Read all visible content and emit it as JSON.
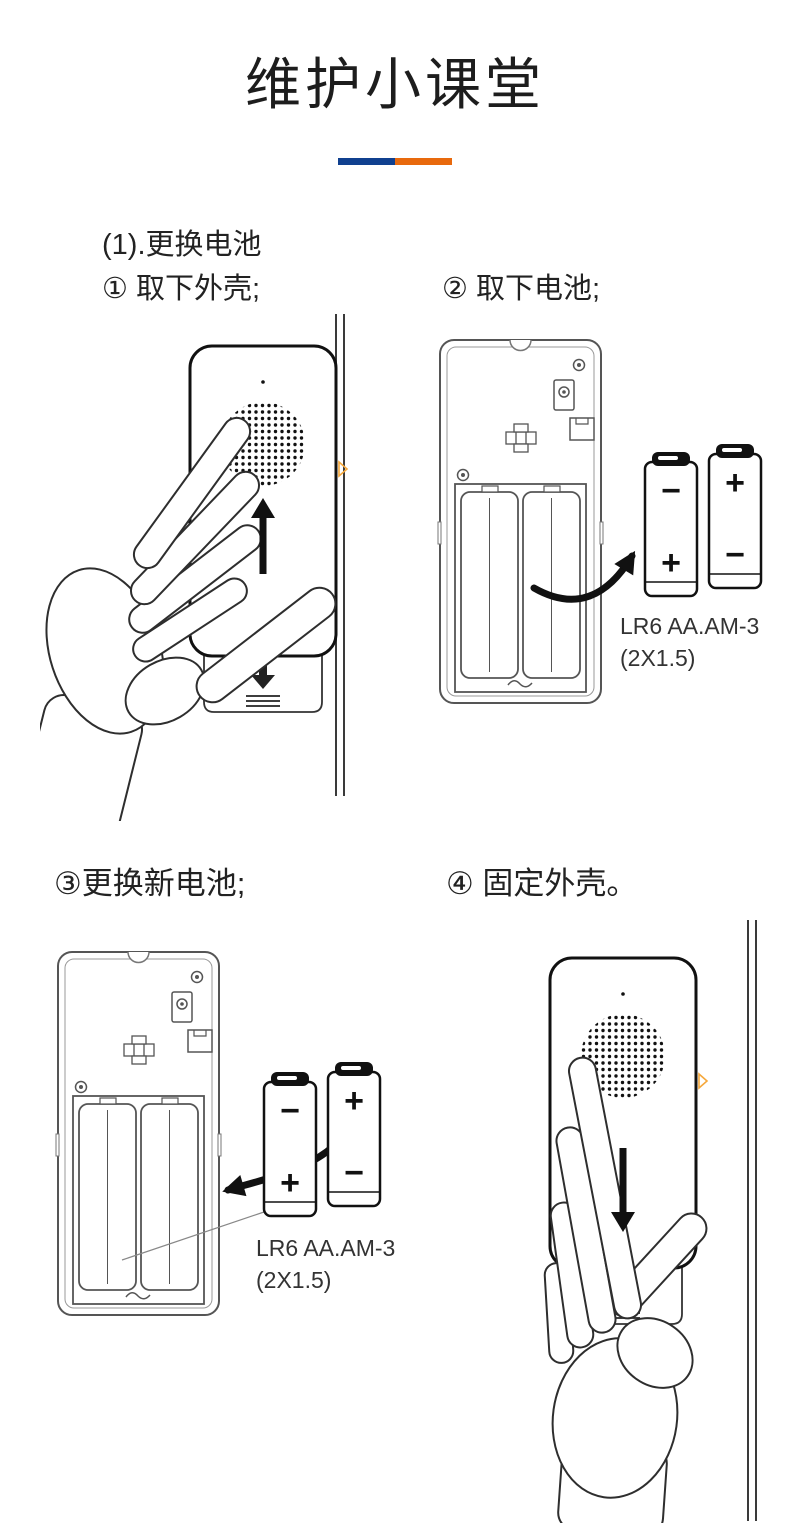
{
  "page": {
    "title": "维护小课堂"
  },
  "divider": {
    "blue": "#10408f",
    "orange": "#e8690d"
  },
  "section": {
    "intro": "(1).更换电池",
    "steps": [
      {
        "label": "① 取下外壳;"
      },
      {
        "label": "② 取下电池;"
      },
      {
        "label": "③更换新电池;"
      },
      {
        "label": "④ 固定外壳。"
      }
    ]
  },
  "battery": {
    "model": "LR6 AA.AM-3",
    "spec": "(2X1.5)",
    "plus": "+",
    "minus": "−"
  },
  "colors": {
    "ink": "#111111",
    "drawing_line": "#555555",
    "marker_orange": "#f5a83c"
  }
}
